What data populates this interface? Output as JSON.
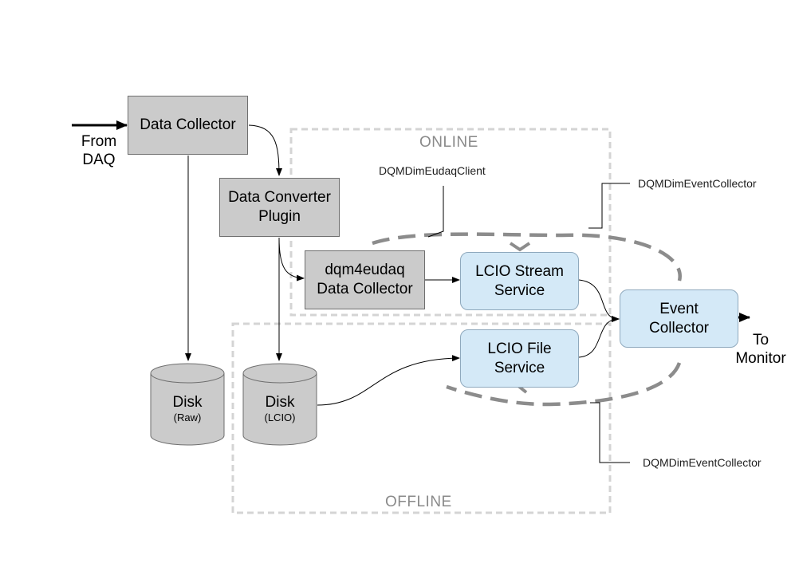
{
  "regions": {
    "online": "ONLINE",
    "offline": "OFFLINE"
  },
  "boxes": {
    "data_collector": "Data Collector",
    "converter_line1": "Data Converter",
    "converter_line2": "Plugin",
    "dqm_line1": "dqm4eudaq",
    "dqm_line2": "Data Collector",
    "lcio_stream_line1": "LCIO Stream",
    "lcio_stream_line2": "Service",
    "lcio_file_line1": "LCIO File",
    "lcio_file_line2": "Service",
    "event_line1": "Event",
    "event_line2": "Collector"
  },
  "disks": {
    "raw_title": "Disk",
    "raw_sub": "(Raw)",
    "lcio_title": "Disk",
    "lcio_sub": "(LCIO)"
  },
  "callouts": {
    "eudaq_client": "DQMDimEudaqClient",
    "event_collector_top": "DQMDimEventCollector",
    "event_collector_bottom": "DQMDimEventCollector"
  },
  "endpoints": {
    "from_line1": "From",
    "from_line2": "DAQ",
    "to_line1": "To",
    "to_line2": "Monitor"
  },
  "colors": {
    "box_gray": "#cbcbcb",
    "box_blue": "#d4e9f7",
    "dashed_region": "#d4d4d4",
    "dashed_ellipse": "#8c8c8c"
  }
}
